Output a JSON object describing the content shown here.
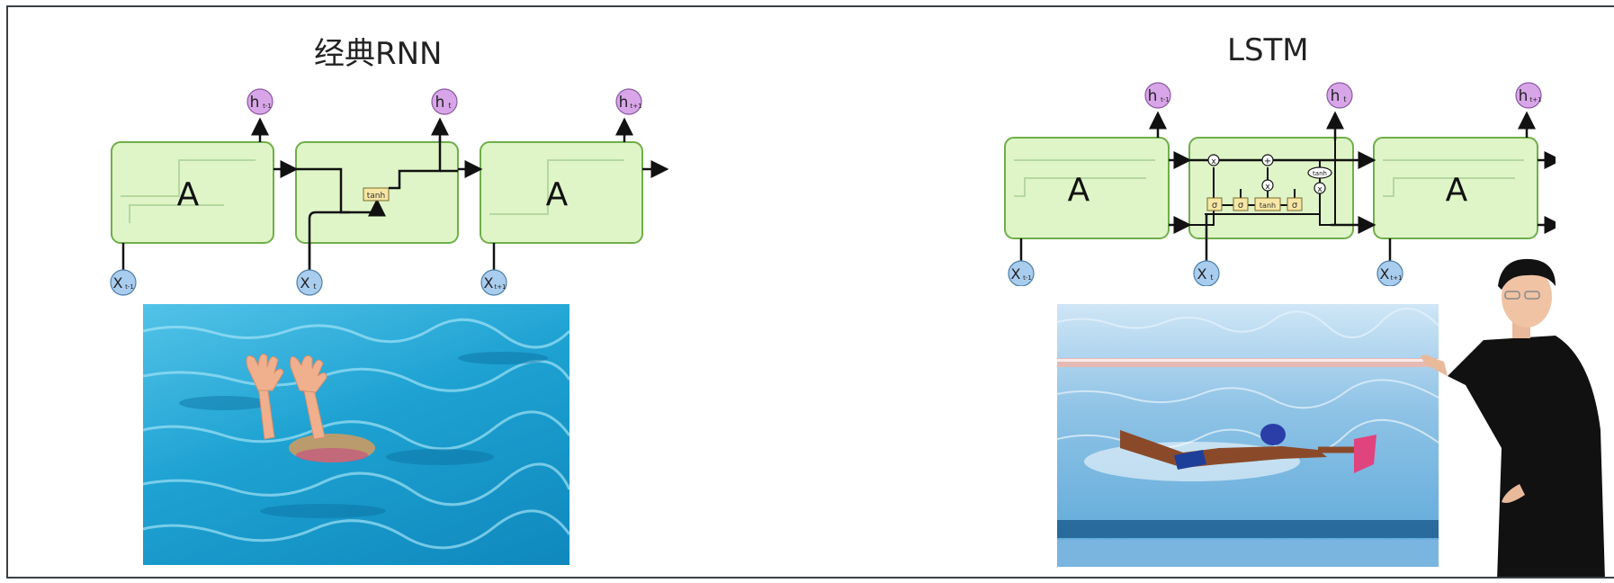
{
  "rnn": {
    "title": "经典RNN",
    "cell_label": "A",
    "activation": "tanh",
    "inputs": [
      "X",
      "X",
      "X"
    ],
    "input_subs": [
      "t-1",
      "t",
      "t+1"
    ],
    "outputs": [
      "h",
      "h",
      "h"
    ],
    "output_subs": [
      "t-1",
      "t",
      "t+1"
    ]
  },
  "lstm": {
    "title": "LSTM",
    "cell_label": "A",
    "gates": [
      "σ",
      "σ",
      "tanh",
      "σ"
    ],
    "ops": [
      "x",
      "+",
      "x",
      "x",
      "tanh"
    ],
    "inputs": [
      "X",
      "X",
      "X"
    ],
    "input_subs": [
      "t-1",
      "t",
      "t+1"
    ],
    "outputs": [
      "h",
      "h",
      "h"
    ],
    "output_subs": [
      "t-1",
      "t",
      "t+1"
    ]
  },
  "colors": {
    "cell_fill": "#dff5c8",
    "cell_stroke": "#6fae4a",
    "input_node": "#a9cdee",
    "output_node": "#d8a6e8",
    "water": "#2aa7d4",
    "pool": "#8fc3e6"
  },
  "photos": [
    "drowning-swimmer-photo",
    "freestyle-swimmer-photo",
    "presenter-photo"
  ]
}
